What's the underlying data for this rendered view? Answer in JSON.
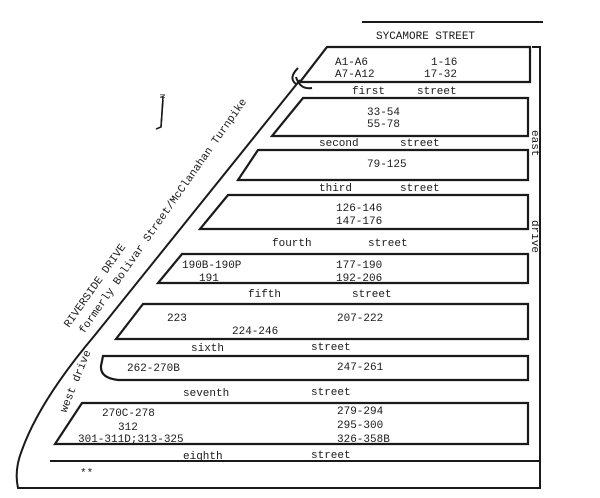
{
  "map": {
    "north_label": "N",
    "streets": {
      "sycamore": "SYCAMORE STREET",
      "riverside_1": "RIVERSIDE DRIVE",
      "riverside_2": "formerly Bolivar Street/McClanahan Turnpike",
      "east_drive_1": "east",
      "east_drive_2": "drive",
      "west_drive": "west drive",
      "cross": [
        {
          "name": "first",
          "suffix": "street"
        },
        {
          "name": "second",
          "suffix": "street"
        },
        {
          "name": "third",
          "suffix": "street"
        },
        {
          "name": "fourth",
          "suffix": "street"
        },
        {
          "name": "fifth",
          "suffix": "street"
        },
        {
          "name": "sixth",
          "suffix": "street"
        },
        {
          "name": "seventh",
          "suffix": "street"
        },
        {
          "name": "eighth",
          "suffix": "street"
        }
      ]
    },
    "blocks": [
      {
        "labels": [
          "A1-A6",
          "A7-A12",
          "1-16",
          "17-32"
        ]
      },
      {
        "labels": [
          "33-54",
          "55-78"
        ]
      },
      {
        "labels": [
          "79-125"
        ]
      },
      {
        "labels": [
          "126-146",
          "147-176"
        ]
      },
      {
        "labels": [
          "190B-190P",
          "191",
          "177-190",
          "192-206"
        ]
      },
      {
        "labels": [
          "223",
          "224-246",
          "207-222"
        ]
      },
      {
        "labels": [
          "262-270B",
          "247-261"
        ]
      },
      {
        "labels": [
          "270C-278",
          "312",
          "301-311D;313-325",
          "279-294",
          "295-300",
          "326-358B"
        ]
      }
    ],
    "footnote_mark": "**"
  }
}
